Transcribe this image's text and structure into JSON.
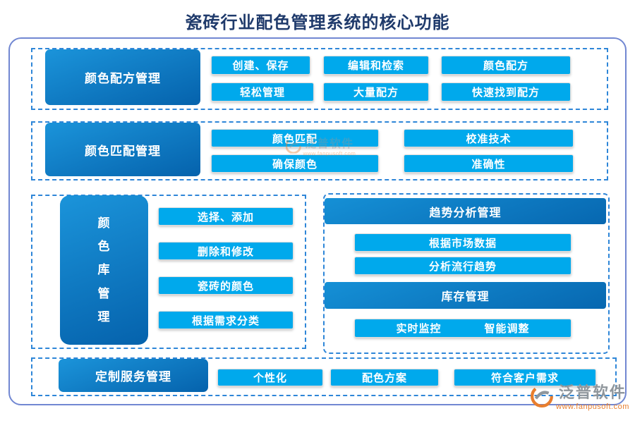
{
  "title": "瓷砖行业配色管理系统的核心功能",
  "colors": {
    "title_navy": "#1f3a6b",
    "dark_box_gradient_start": "#1b94da",
    "dark_box_gradient_end": "#0562ac",
    "button_blue": "#00a9ec",
    "dashed_border_blue": "#2e86d8",
    "outer_frame_blue": "#7187d2",
    "watermark_orange": "#e87e2e",
    "watermark_gray": "#8f969c"
  },
  "sections": {
    "recipe": {
      "title": "颜色配方管理",
      "buttons": [
        "创建、保存",
        "编辑和检索",
        "颜色配方",
        "轻松管理",
        "大量配方",
        "快速找到配方"
      ]
    },
    "matching": {
      "title": "颜色匹配管理",
      "buttons": [
        "颜色匹配",
        "校准技术",
        "确保颜色",
        "准确性"
      ]
    },
    "library": {
      "title": "颜色库管理",
      "buttons": [
        "选择、添加",
        "删除和修改",
        "瓷砖的颜色",
        "根据需求分类"
      ]
    },
    "trend": {
      "title": "趋势分析管理",
      "buttons": [
        "根据市场数据",
        "分析流行趋势"
      ]
    },
    "inventory": {
      "title": "库存管理",
      "buttons": [
        "实时监控",
        "智能调整"
      ]
    },
    "custom": {
      "title": "定制服务管理",
      "buttons": [
        "个性化",
        "配色方案",
        "符合客户需求"
      ]
    }
  },
  "watermark": {
    "brand": "泛普软件",
    "url": "www.fanpusoft.com"
  }
}
